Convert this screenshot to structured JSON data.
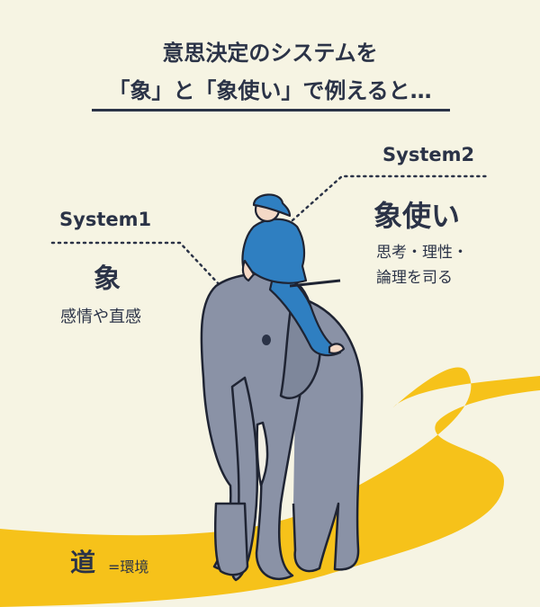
{
  "title": {
    "line1": "意思決定のシステムを",
    "line2": "「象」と「象使い」で例えると…"
  },
  "system1": {
    "label": "System1",
    "name": "象",
    "desc": "感情や直感"
  },
  "system2": {
    "label": "System2",
    "name": "象使い",
    "desc_line1": "思考・理性・",
    "desc_line2": "論理を司る"
  },
  "road": {
    "name": "道",
    "desc": "=環境"
  },
  "colors": {
    "background": "#f6f4e3",
    "text": "#2b3347",
    "road": "#f6c21a",
    "elephant": "#8a92a6",
    "rider": "#2f7fc1"
  }
}
